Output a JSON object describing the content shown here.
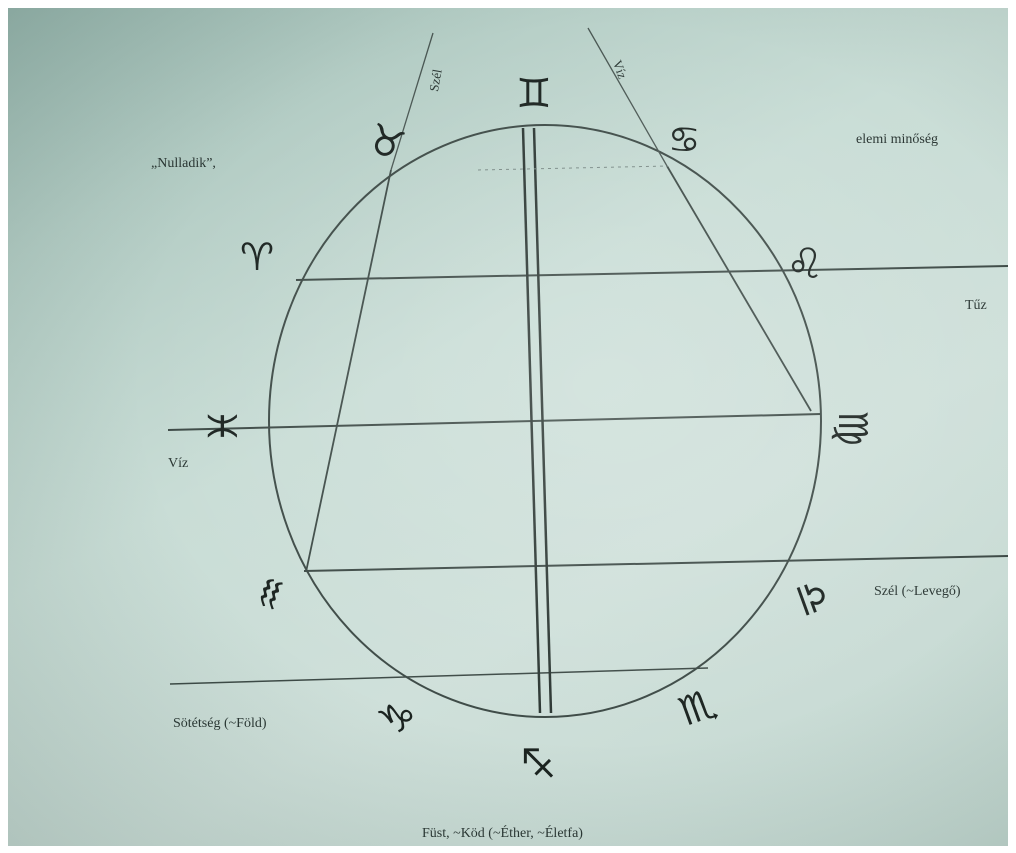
{
  "labels": {
    "top_left": "„Nulladik”,",
    "top_right": "elemi minőség",
    "right_fire": "Tűz",
    "left_water": "Víz",
    "right_air": "Szél (~Levegő)",
    "left_earth": "Sötétség (~Föld)",
    "bottom": "Füst, ~Köd (~Éther, ~Életfa)",
    "diag_left": "Szél",
    "diag_right": "Víz"
  },
  "zodiac": {
    "gemini": "♊",
    "cancer": "♋",
    "leo": "♌",
    "virgo": "♍",
    "libra": "♎",
    "scorpio": "♏",
    "sagittarius": "♐",
    "capricorn": "♑",
    "aquarius": "♒",
    "pisces": "♓",
    "aries": "♈",
    "taurus": "♉"
  },
  "colors": {
    "ink": "#2a3633",
    "paper": "#cfe0da"
  }
}
